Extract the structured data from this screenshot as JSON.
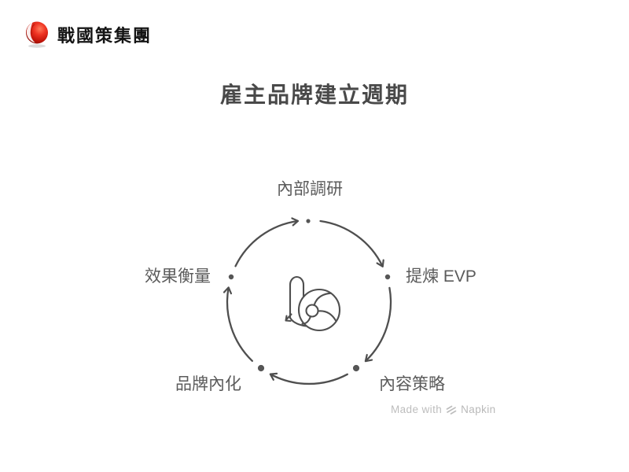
{
  "brand": {
    "name": "戰國策集團",
    "icon": "red-sphere-logo"
  },
  "title": "雇主品牌建立週期",
  "diagram": {
    "type": "cycle",
    "direction": "clockwise",
    "center_icon": "b-pinwheel-icon",
    "steps": [
      {
        "label": "內部調研",
        "position": "top"
      },
      {
        "label": "提煉 EVP",
        "position": "right"
      },
      {
        "label": "內容策略",
        "position": "bottom-right"
      },
      {
        "label": "品牌內化",
        "position": "bottom-left"
      },
      {
        "label": "效果衡量",
        "position": "left"
      }
    ]
  },
  "watermark": {
    "prefix": "Made with",
    "brand": "Napkin",
    "icon": "napkin-logo-icon"
  },
  "colors": {
    "background": "#ffffff",
    "diagram_stroke": "#4f4f4f",
    "title_text": "#494949",
    "label_text": "#5b5b5b",
    "watermark_text": "#bdbdbd",
    "brand_red": "#d9261c",
    "brand_text": "#141414"
  }
}
